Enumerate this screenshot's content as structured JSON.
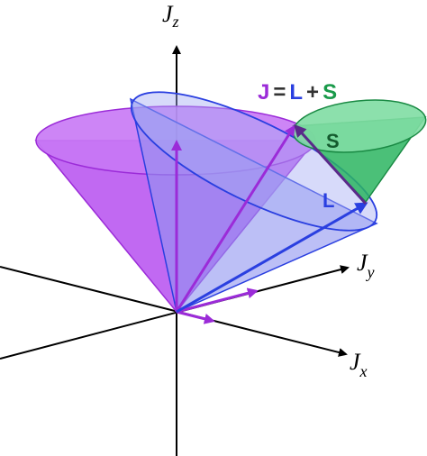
{
  "axes": {
    "z": {
      "letter": "J",
      "sub": "z"
    },
    "y": {
      "letter": "J",
      "sub": "y"
    },
    "x": {
      "letter": "J",
      "sub": "x"
    }
  },
  "equation": {
    "j": "J",
    "eq": "=",
    "l": "L",
    "plus": "+",
    "s": "S"
  },
  "vectors": {
    "l": "L",
    "s": "S"
  },
  "colors": {
    "j": "#9b2bd8",
    "l": "#2a3fe0",
    "s": "#1a9a4a",
    "purple_cone": "#b64ff0",
    "blue_cone": "#8f94f0",
    "green_cone": "#5dd08a"
  }
}
